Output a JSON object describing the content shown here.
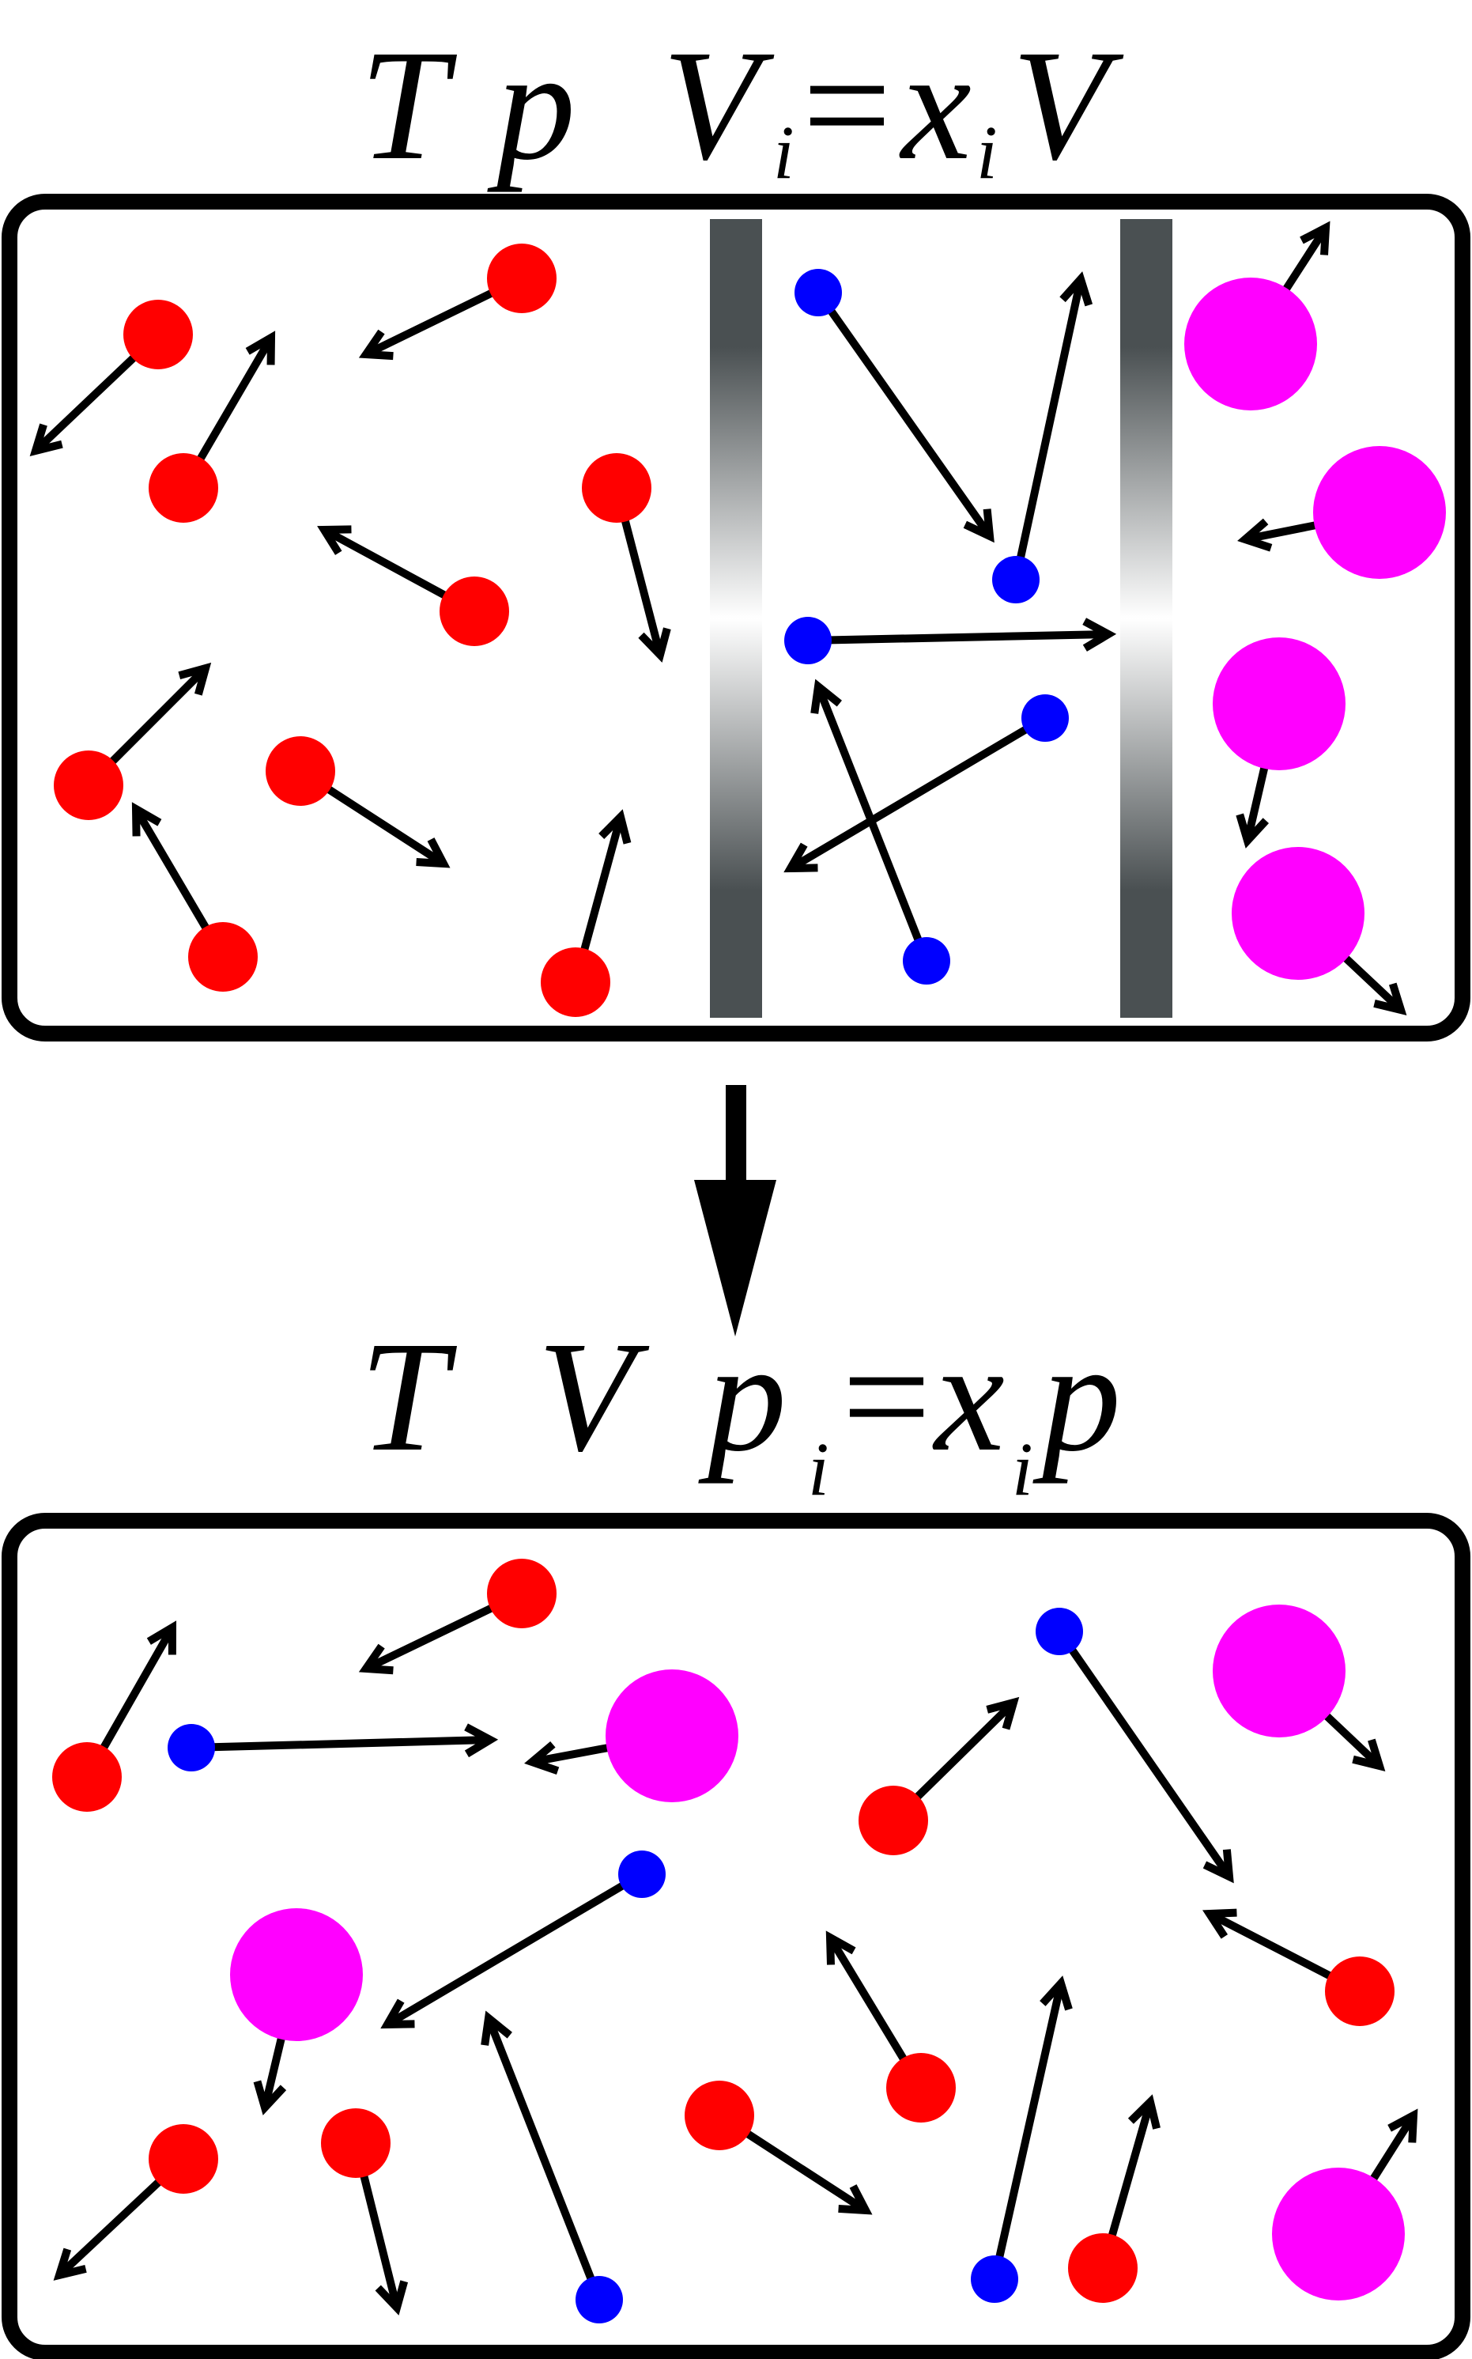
{
  "top_label": {
    "t": "T",
    "p": "p",
    "v": "V",
    "v_sub": "i",
    "eq": "=",
    "x": "x",
    "x_sub": "i",
    "rhs": "V"
  },
  "bottom_label": {
    "t": "T",
    "v": "V",
    "p": "p",
    "p_sub": "i",
    "eq": "=",
    "x": "x",
    "x_sub": "i",
    "rhs": "p"
  },
  "colors": {
    "red_molecule": "#ff0000",
    "blue_molecule": "#0000ff",
    "magenta_molecule": "#ff00ff",
    "partition_dark": "#4a5052",
    "partition_light": "#ffffff",
    "outline": "#000000"
  },
  "icons": {
    "process_arrow": "down-arrow-icon",
    "velocity_arrow": "arrow-icon"
  }
}
